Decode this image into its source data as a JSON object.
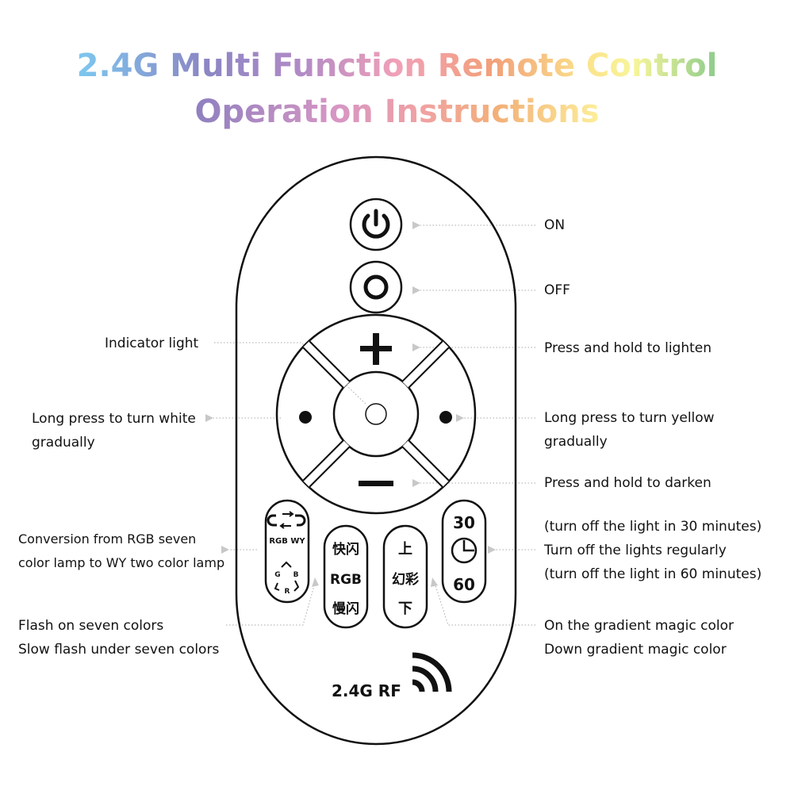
{
  "title": {
    "line1": "2.4G Multi Function Remote Control",
    "line2": "Operation Instructions"
  },
  "labels": {
    "on": "ON",
    "off": "OFF",
    "indicator": "Indicator light",
    "lighten": "Press and hold to lighten",
    "white_1": "Long press to turn white",
    "white_2": "gradually",
    "yellow_1": "Long press to turn yellow",
    "yellow_2": "gradually",
    "darken": "Press and hold to darken",
    "conv_1": "Conversion from RGB seven",
    "conv_2": "color lamp to WY two color lamp",
    "timer_1": "(turn off the light in 30 minutes)",
    "timer_2": "Turn off the lights regularly",
    "timer_3": "(turn off the light in 60 minutes)",
    "flash_1": "Flash on seven colors",
    "flash_2": "Slow flash under seven colors",
    "grad_1": "On the gradient magic color",
    "grad_2": "Down gradient magic color"
  },
  "remote": {
    "rgbwy": "RGB WY",
    "r": "R",
    "g": "G",
    "b": "B",
    "fast_flash": "快闪",
    "rgb": "RGB",
    "slow_flash": "慢闪",
    "up": "上",
    "magic": "幻彩",
    "down": "下",
    "t30": "30",
    "t60": "60",
    "brand": "2.4G RF"
  }
}
